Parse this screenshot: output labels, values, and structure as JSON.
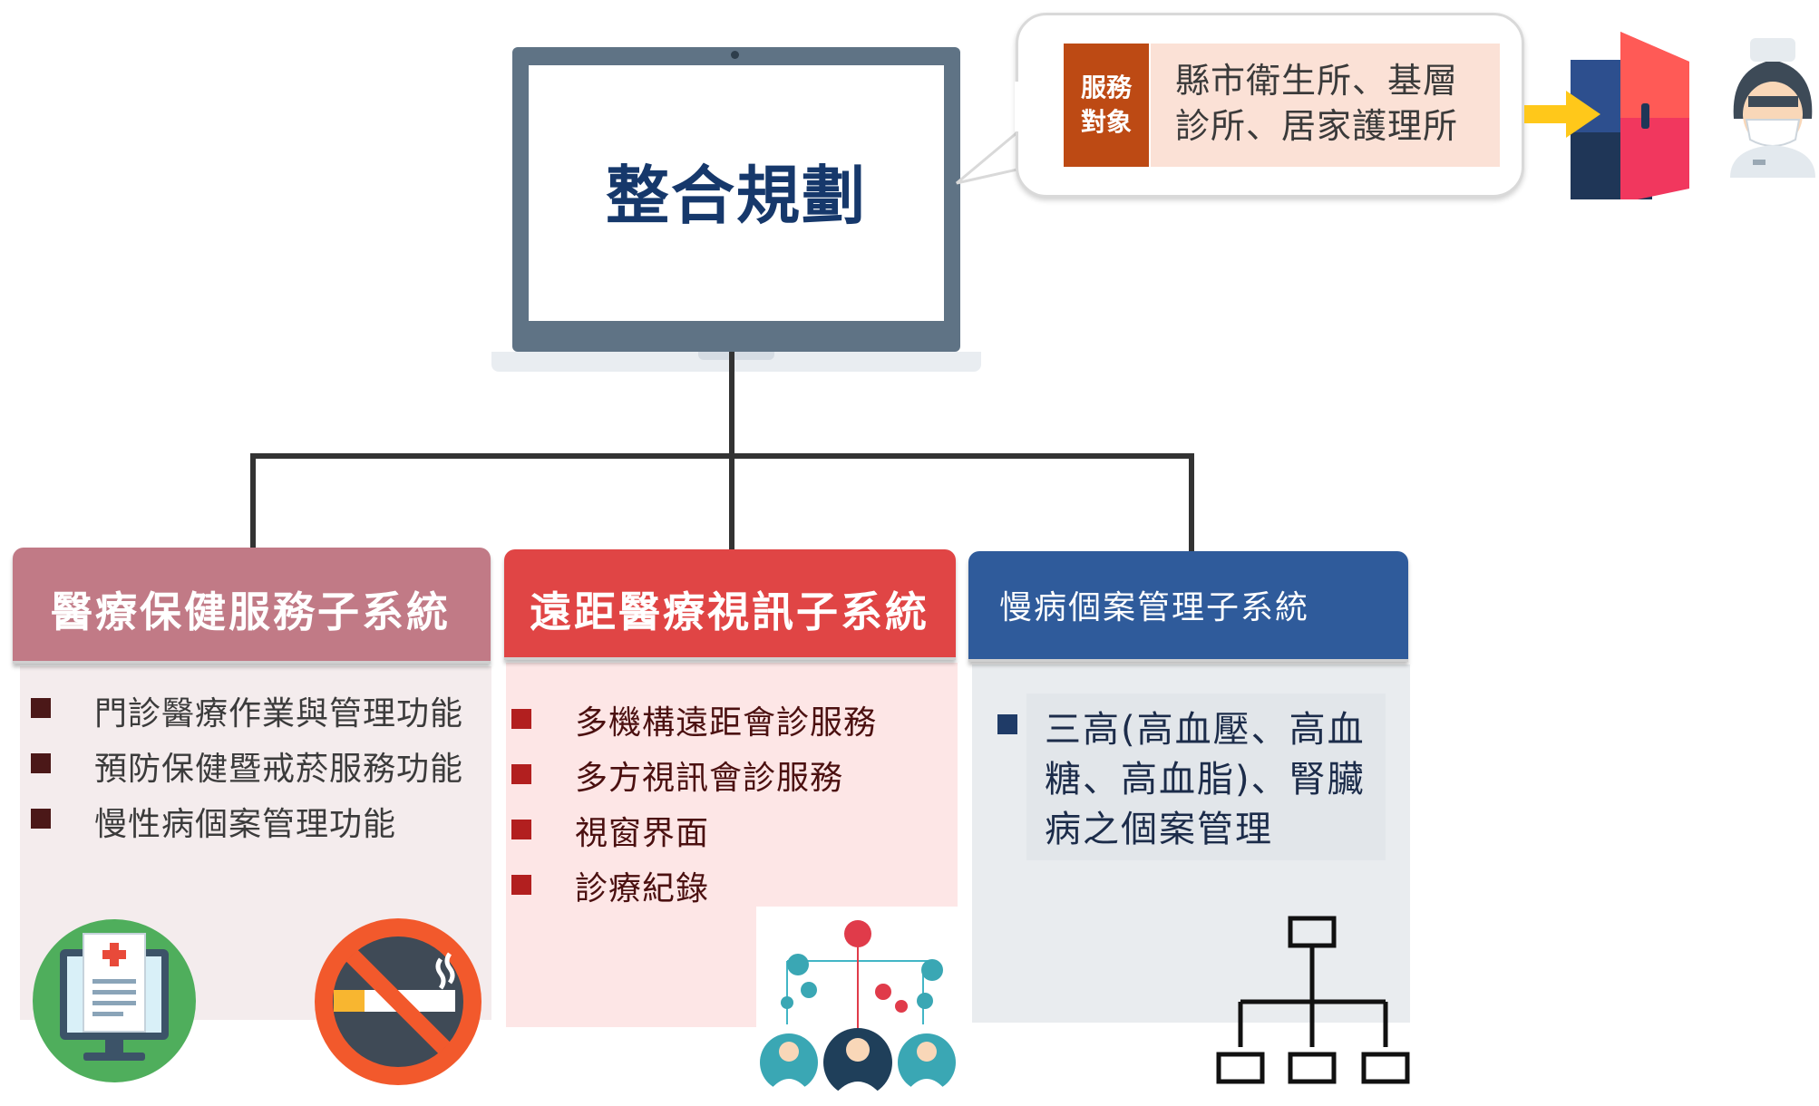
{
  "center": {
    "title": "整合規劃"
  },
  "service": {
    "tag": "服務對象",
    "targets": "縣市衛生所、基層診所、居家護理所"
  },
  "columns": [
    {
      "title": "醫療保健服務子系統",
      "color": "#c17a86",
      "items": [
        "門診醫療作業與管理功能",
        "預防保健暨戒菸服務功能",
        "慢性病個案管理功能"
      ]
    },
    {
      "title": "遠距醫療視訊子系統",
      "color": "#e04545",
      "items": [
        "多機構遠距會診服務",
        "多方視訊會診服務",
        "視窗界面",
        "診療紀錄"
      ]
    },
    {
      "title": "慢病個案管理子系統",
      "color": "#2f5b9b",
      "items": [
        "三高(高血壓、高血糖、高血脂)、腎臟病之個案管理"
      ]
    }
  ],
  "icons": [
    "medical-record-monitor-icon",
    "no-smoking-icon",
    "telemedicine-network-icon",
    "hierarchy-chart-icon",
    "door-entry-icon",
    "nurse-icon"
  ]
}
